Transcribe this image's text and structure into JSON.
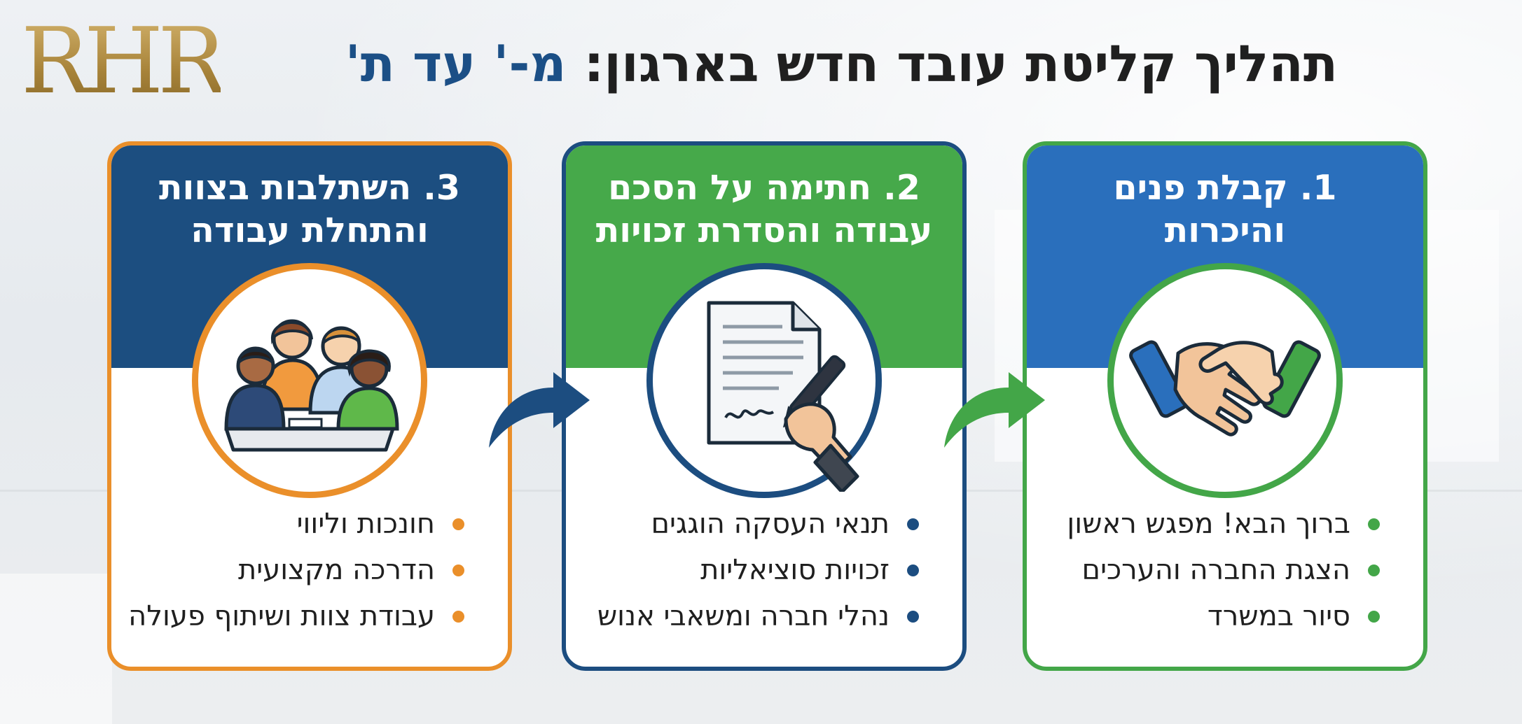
{
  "logo": {
    "text": "RHR"
  },
  "header": {
    "title_main": "תהליך קליטת עובד חדש בארגון:",
    "title_accent": "מ-' עד ת'"
  },
  "cards": [
    {
      "title_line1": "1. קבלת פנים",
      "title_line2": "והיכרות",
      "icon": "handshake-icon",
      "items": [
        "ברוך הבא! מפגש ראשון",
        "הצגת החברה והערכים",
        "סיור במשרד"
      ],
      "header_color": "#2a6fbc",
      "accent_color": "#43a648"
    },
    {
      "title_line1": "2. חתימה על הסכם",
      "title_line2": "עבודה והסדרת זכויות",
      "icon": "signing-contract-icon",
      "items": [
        "תנאי העסקה הוגגים",
        "זכויות סוציאליות",
        "נהלי חברה ומשאבי אנוש"
      ],
      "header_color": "#46a94a",
      "accent_color": "#1c4d80"
    },
    {
      "title_line1": "3. השתלבות בצוות",
      "title_line2": "והתחלת עבודה",
      "icon": "team-meeting-icon",
      "items": [
        "חונכות וליווי",
        "הדרכה מקצועית",
        "עבודת צוות ושיתוף פעולה"
      ],
      "header_color": "#1c4e80",
      "accent_color": "#ea8f2a"
    }
  ]
}
